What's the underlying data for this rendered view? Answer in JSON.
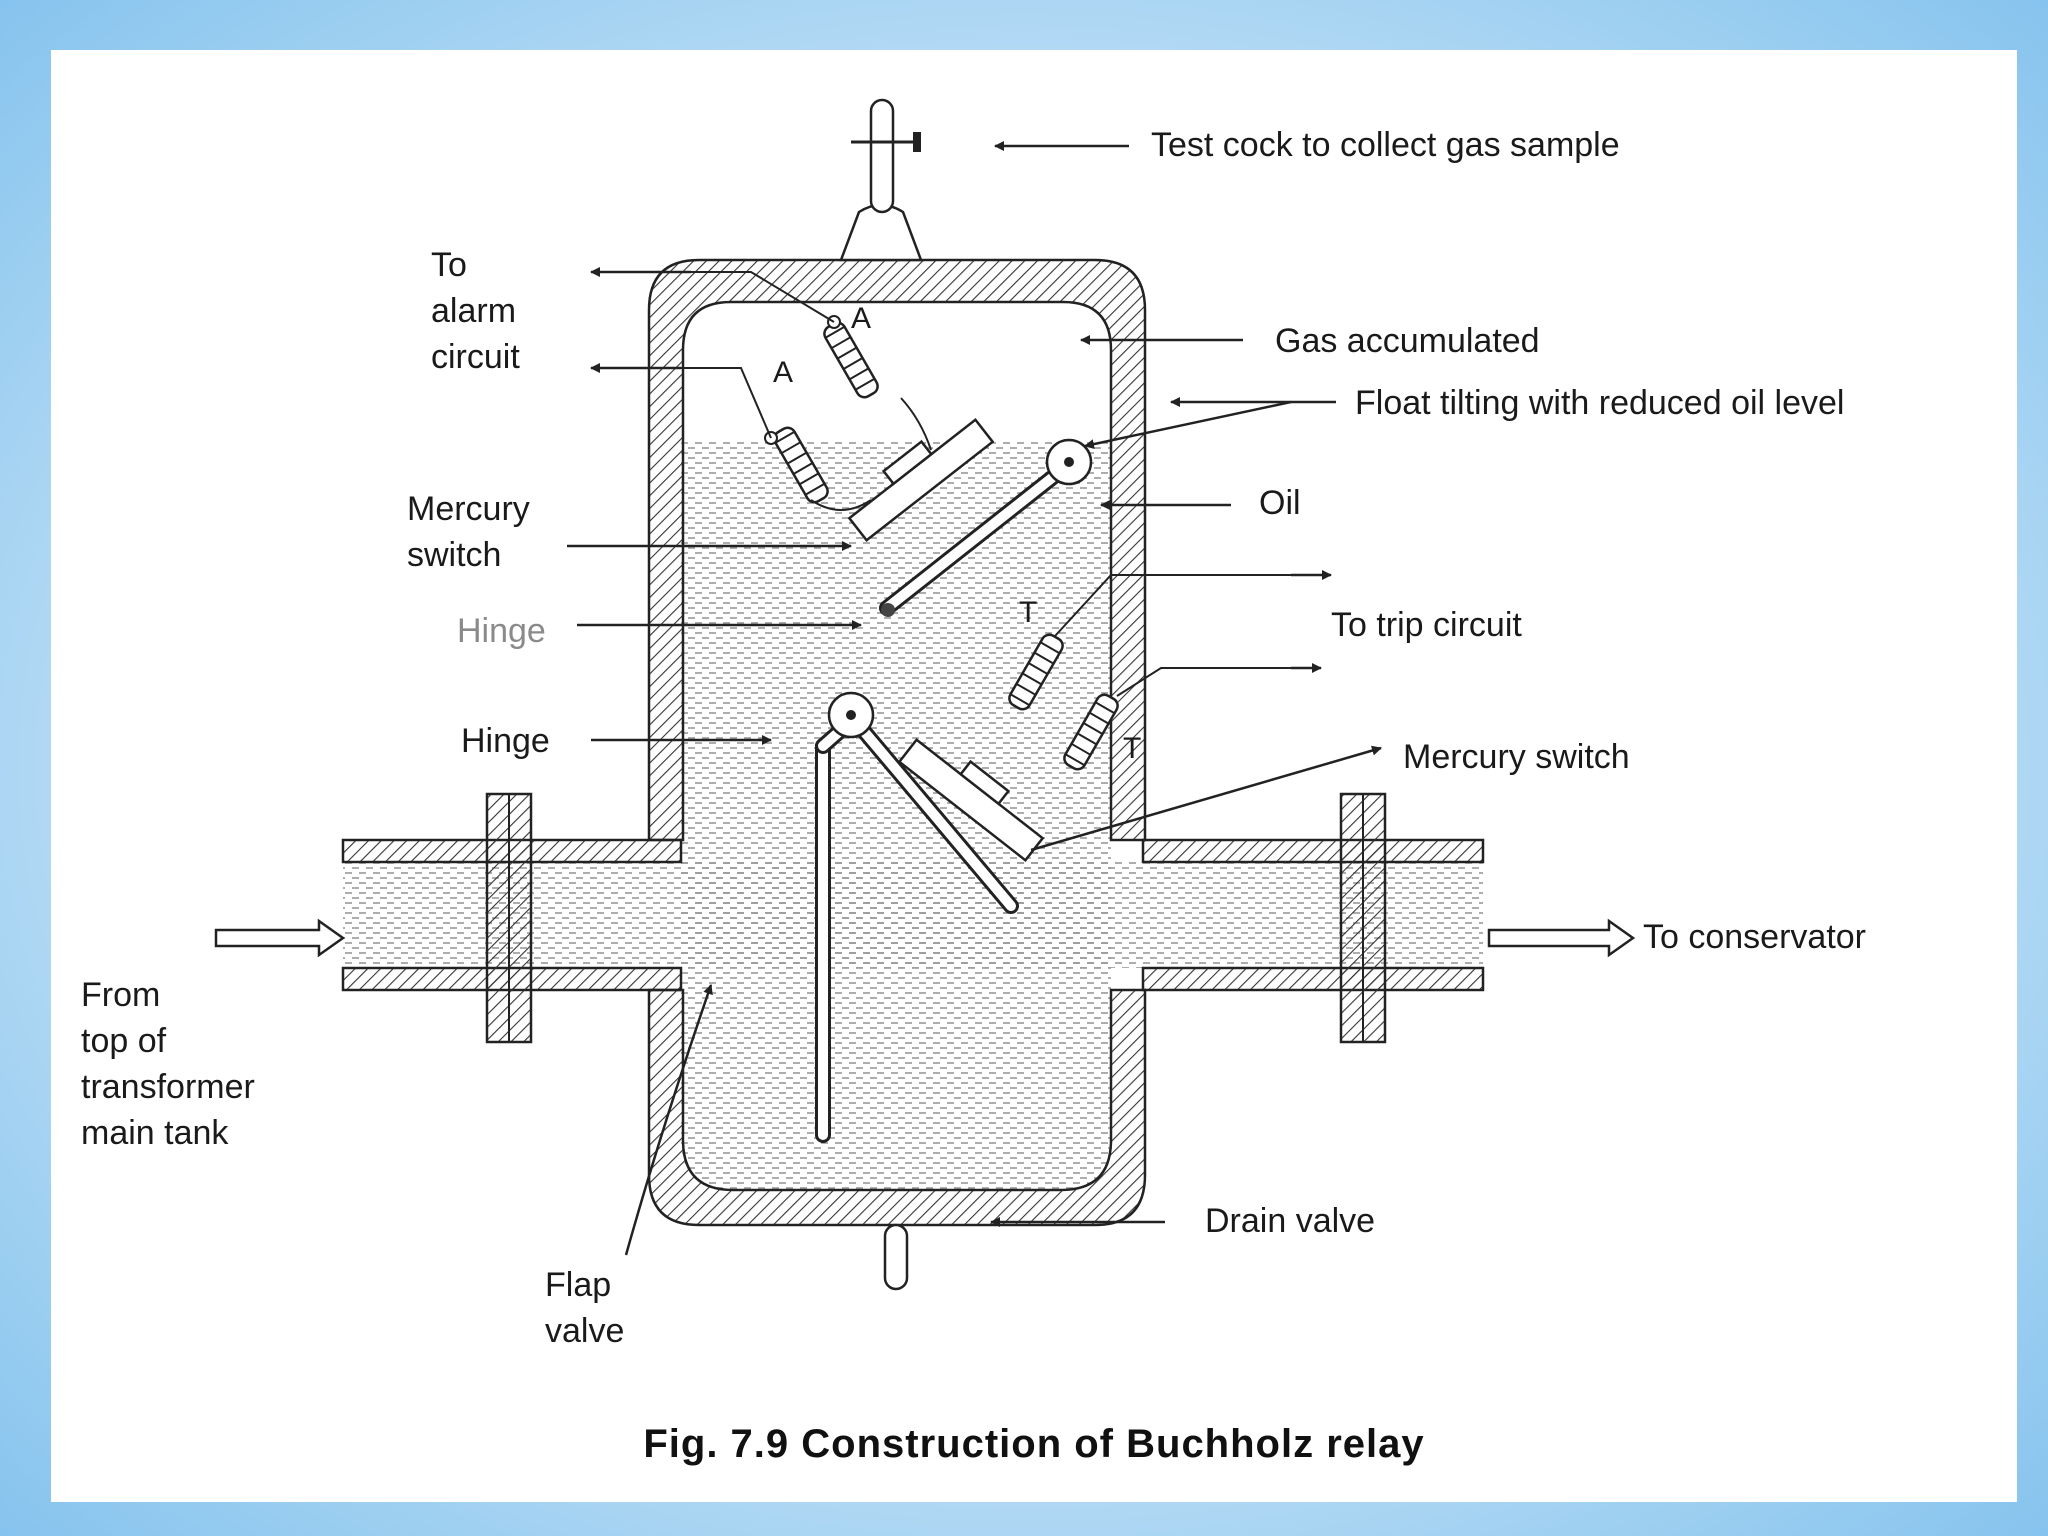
{
  "labels": {
    "test_cock": "Test cock to collect gas sample",
    "to_alarm": [
      "To",
      "alarm",
      "circuit"
    ],
    "gas_accumulated": "Gas accumulated",
    "float_tilting": "Float tilting with reduced oil level",
    "mercury_switch_top": [
      "Mercury",
      "switch"
    ],
    "oil": "Oil",
    "hinge_upper": "Hinge",
    "to_trip": "To trip circuit",
    "hinge_lower": "Hinge",
    "mercury_switch_bottom": "Mercury switch",
    "from_top": [
      "From",
      "top of",
      "transformer",
      "main tank"
    ],
    "to_conservator": "To conservator",
    "drain_valve": "Drain valve",
    "flap_valve": [
      "Flap",
      "valve"
    ],
    "switch_a": "A",
    "switch_t": "T"
  },
  "caption": "Fig. 7.9 Construction of Buchholz relay"
}
